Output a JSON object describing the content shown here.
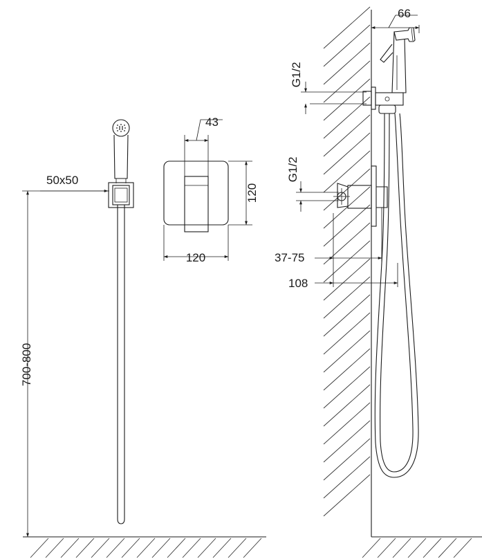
{
  "dimensions": {
    "bracket_size": "50x50",
    "mixer_depth": "43",
    "plate_height": "120",
    "plate_width": "120",
    "hose_height": "700-800",
    "top_projection": "66",
    "upper_thread": "G1/2",
    "lower_thread": "G1/2",
    "installation_depth": "37-75",
    "total_projection": "108"
  }
}
